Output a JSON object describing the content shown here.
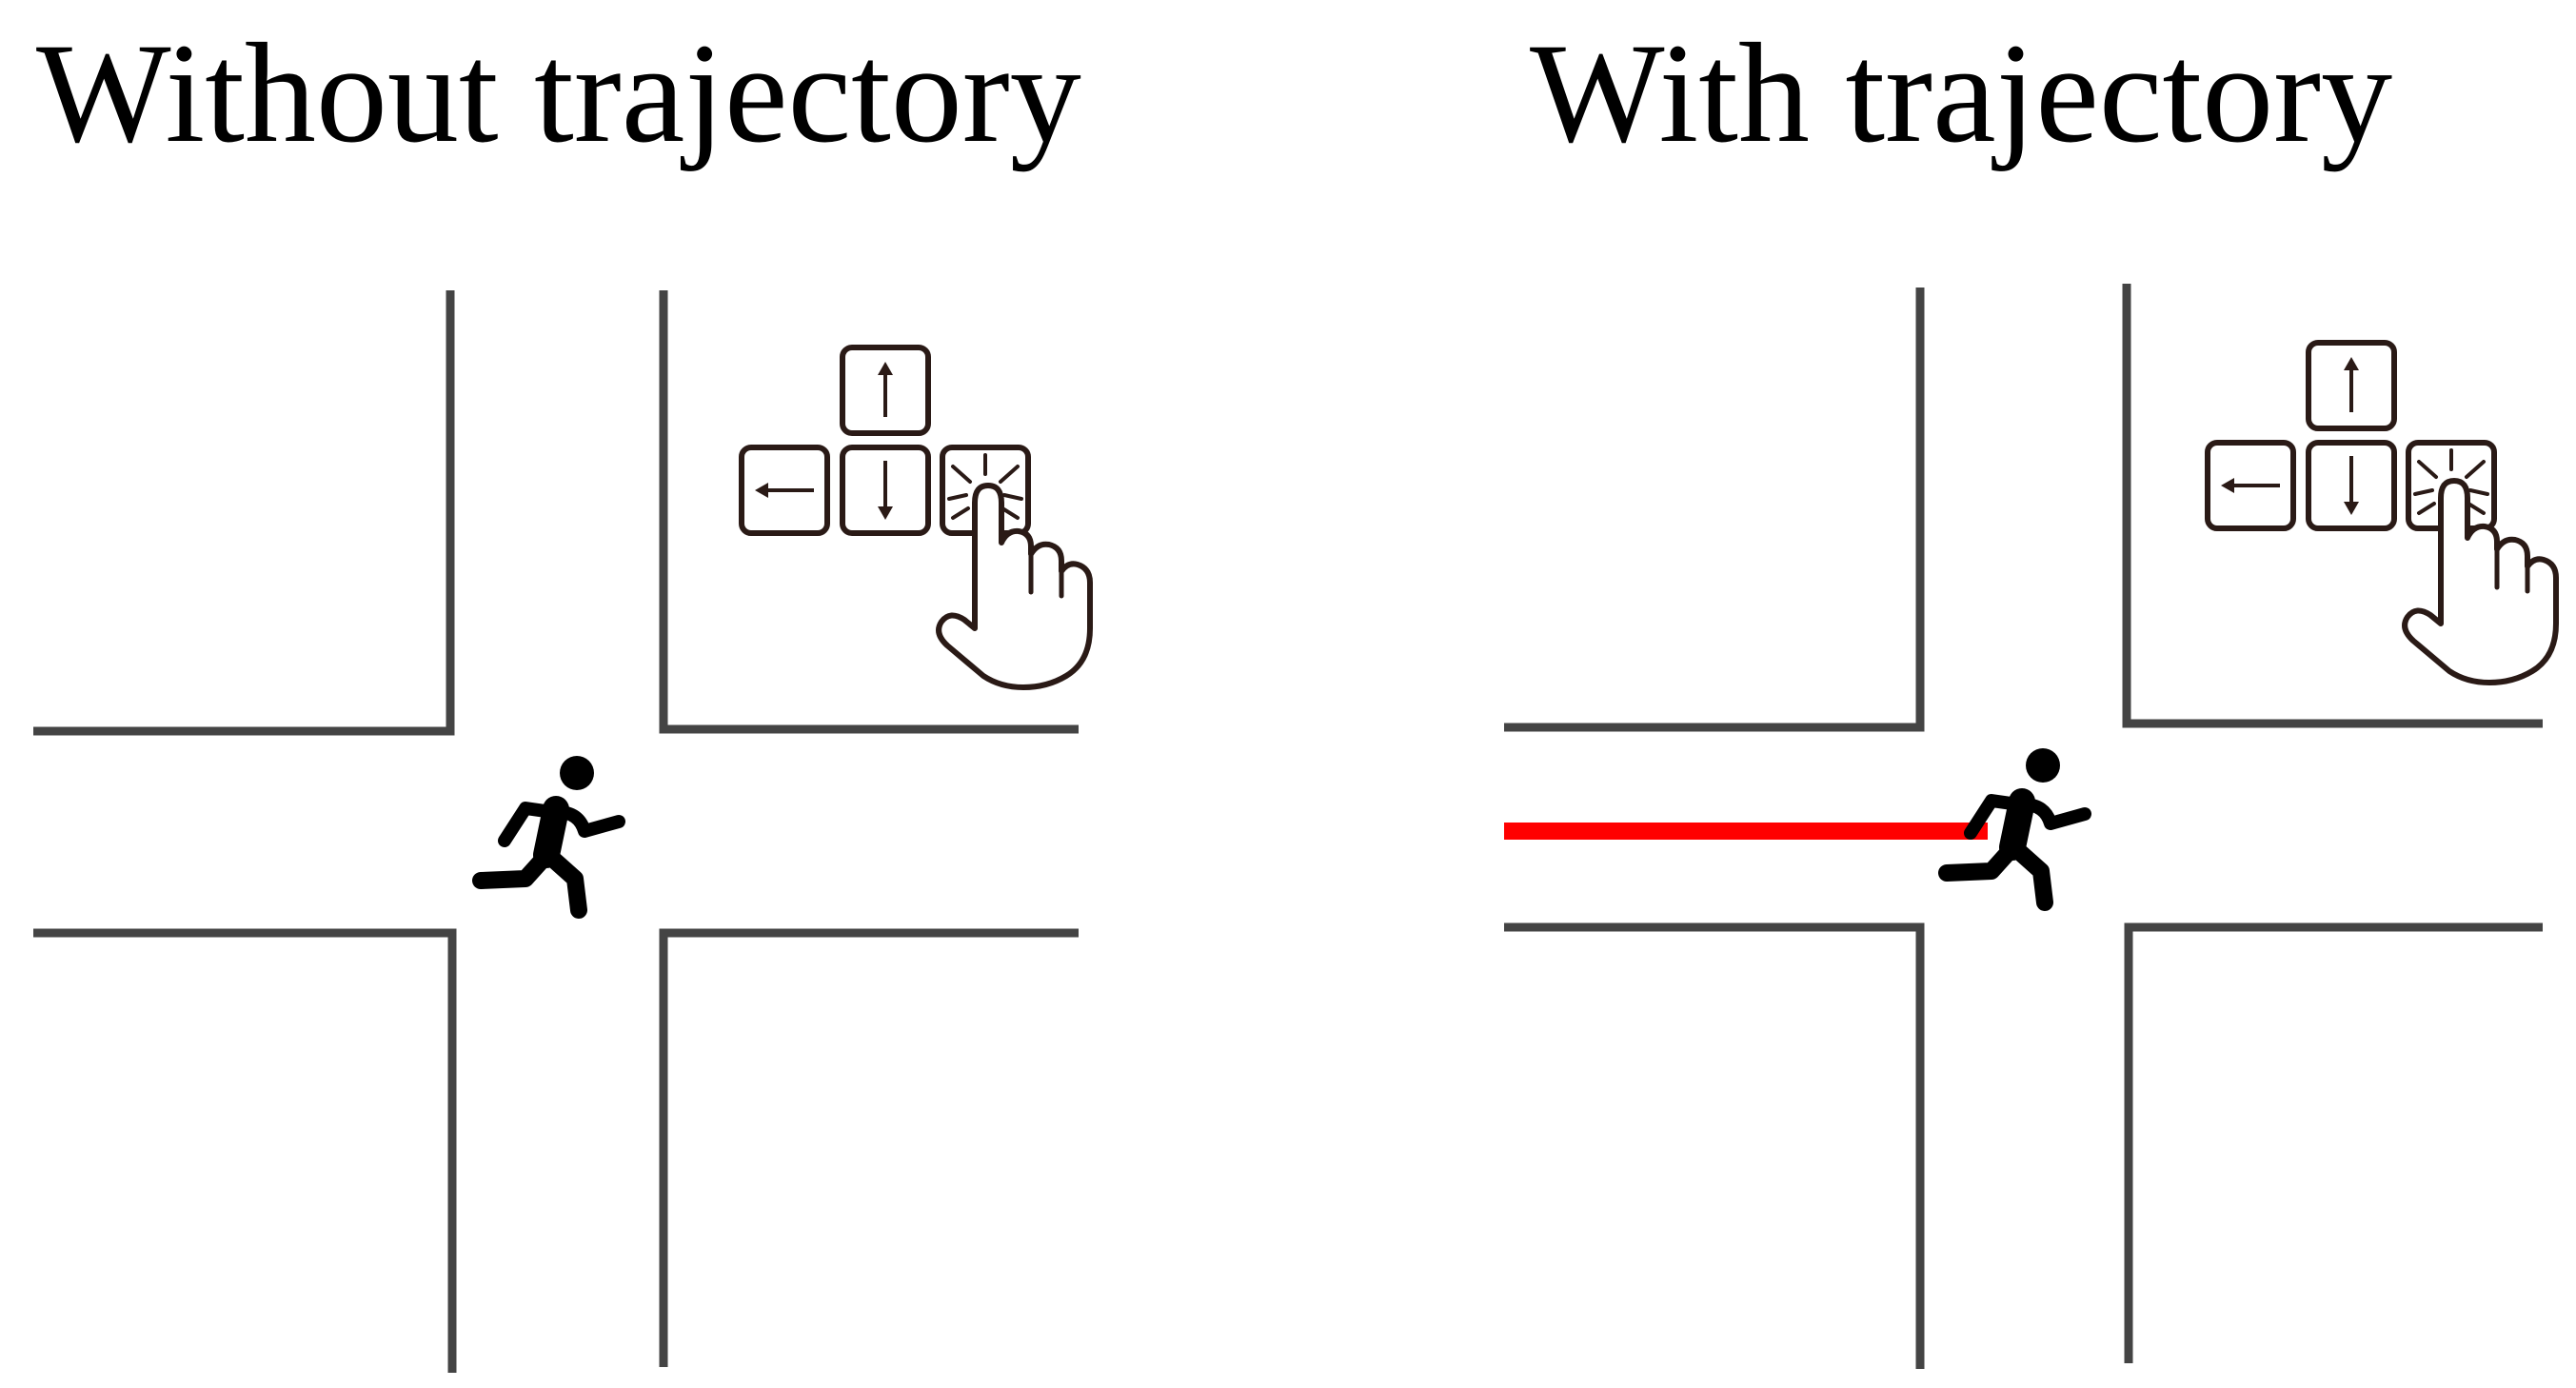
{
  "panels": {
    "left": {
      "title": "Without trajectory",
      "shows_trajectory": false
    },
    "right": {
      "title": "With trajectory",
      "shows_trajectory": true
    }
  },
  "keypad": {
    "keys": [
      {
        "name": "up",
        "glyph": "arrow-up"
      },
      {
        "name": "left",
        "glyph": "arrow-left"
      },
      {
        "name": "down",
        "glyph": "arrow-down"
      },
      {
        "name": "right",
        "glyph": "pressed-with-sparkle"
      }
    ],
    "pressed_key": "right",
    "icons": [
      "keyboard-arrow-keys-icon",
      "pointing-hand-icon",
      "runner-icon"
    ]
  },
  "colors": {
    "road": "#444444",
    "trajectory": "#ff0000",
    "key_outline": "#2a1a16",
    "runner": "#000000"
  }
}
